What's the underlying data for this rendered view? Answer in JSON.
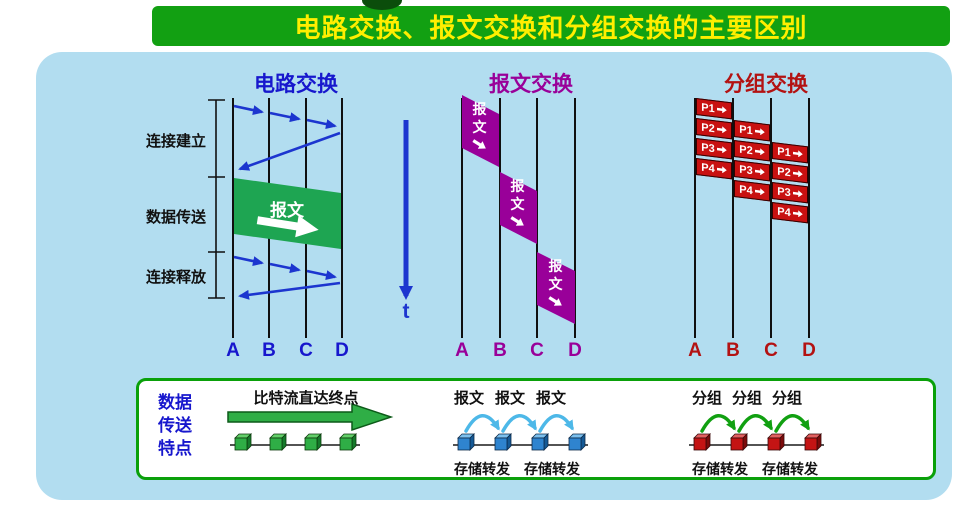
{
  "title": "电路交换、报文交换和分组交换的主要区别",
  "diagram": {
    "circuit": {
      "title": "电路交换",
      "endpoints": [
        "A",
        "B",
        "C",
        "D"
      ],
      "phases": [
        "连接建立",
        "数据传送",
        "连接释放"
      ],
      "band_label": "报文"
    },
    "message": {
      "title": "报文交换",
      "endpoints": [
        "A",
        "B",
        "C",
        "D"
      ],
      "band_chars": [
        "报",
        "文"
      ],
      "time_label": "t"
    },
    "packet": {
      "title": "分组交换",
      "endpoints": [
        "A",
        "B",
        "C",
        "D"
      ],
      "packets": [
        "P1",
        "P2",
        "P3",
        "P4"
      ]
    }
  },
  "features": {
    "row_label": [
      "数据",
      "传送",
      "特点"
    ],
    "circuit_caption": "比特流直达终点",
    "message_hops": [
      "报文",
      "报文",
      "报文"
    ],
    "message_store": [
      "存储转发",
      "存储转发"
    ],
    "packet_hops": [
      "分组",
      "分组",
      "分组"
    ],
    "packet_store": [
      "存储转发",
      "存储转发"
    ]
  },
  "colors": {
    "banner_bg": "#12a012",
    "banner_text": "#ffee00",
    "panel_bg": "#b2ddf0",
    "circuit_accent": "#1717cd",
    "message_accent": "#990099",
    "packet_accent": "#b31212",
    "data_band_green": "#1ea552",
    "arrow_blue": "#1c35cf",
    "hop_arc_cyan": "#4db8e8",
    "hop_arc_green": "#11a011"
  }
}
